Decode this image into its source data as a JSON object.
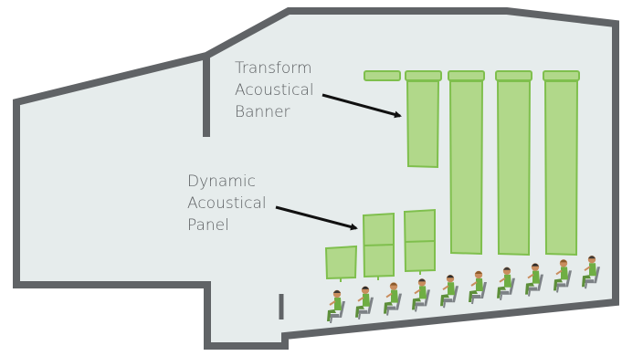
{
  "labels": {
    "transform": [
      "Transform",
      "Acoustical",
      "Banner"
    ],
    "dynamic": [
      "Dynamic",
      "Acoustical",
      "Panel"
    ]
  },
  "colors": {
    "wall": "#606366",
    "room_fill": "#e6ecec",
    "panel_fill": "#b1d88a",
    "panel_stroke": "#7fbf4d",
    "arrow": "#111111",
    "text": "#5d6063",
    "seat": "#7d8286",
    "shirt": "#6fae43",
    "skin": "#c98d5e"
  },
  "audience": {
    "seat_count": 10,
    "icon": "seated-person-icon"
  }
}
